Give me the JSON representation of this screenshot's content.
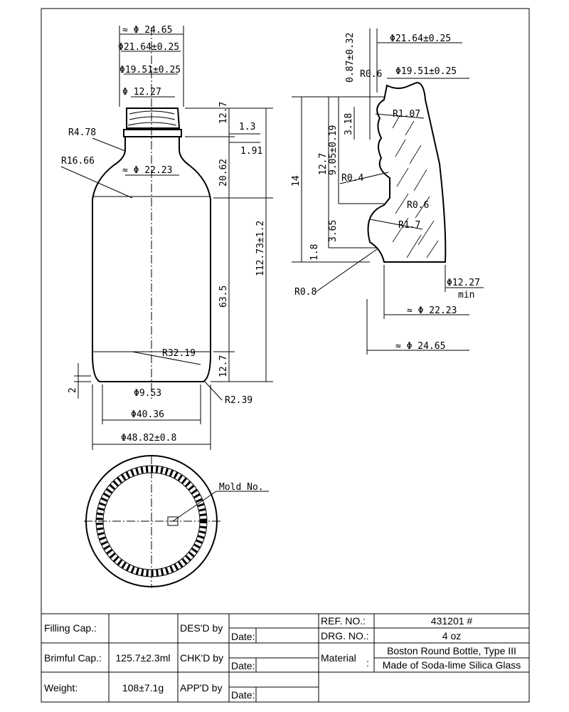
{
  "dims_main": {
    "d_top": "≈ Φ 24.65",
    "d_thread": "Φ21.64±0.25",
    "d_root": "Φ19.51±0.25",
    "d_bore": "Φ 12.27",
    "r478": "R4.78",
    "r1666": "R16.66",
    "d_neck": "≈ Φ 22.23",
    "h127top": "12.7",
    "h13": "1.3",
    "h191": "1.91",
    "h2062": "20.62",
    "h_total": "112.73±1.2",
    "h635": "63.5",
    "h127bot": "12.7",
    "r3219": "R32.19",
    "h2": "2",
    "d953": "Φ9.53",
    "r239": "R2.39",
    "d4036": "Φ40.36",
    "d4882": "Φ48.82±0.8"
  },
  "dims_detail": {
    "d087": "0.87±0.32",
    "d2164": "Φ21.64±0.25",
    "r06a": "R0.6",
    "d1951": "Φ19.51±0.25",
    "r107": "R1.07",
    "h318": "3.18",
    "h905": "9.05±0.19",
    "h14": "14",
    "h127": "12.7",
    "r04": "R0.4",
    "r06b": "R0.6",
    "h365": "3.65",
    "r17": "R1.7",
    "h18": "1.8",
    "r08": "R0.8",
    "d1227": "Φ12.27",
    "min": "min",
    "d2223": "≈ Φ 22.23",
    "d2465": "≈ Φ 24.65"
  },
  "bottom_view": {
    "mold": "Mold No."
  },
  "title_block": {
    "filling_label": "Filling Cap.:",
    "filling_value": "",
    "brimful_label": "Brimful Cap.:",
    "brimful_value": "125.7±2.3ml",
    "weight_label": "Weight:",
    "weight_value": "108±7.1g",
    "desd_label": "DES'D by",
    "chkd_label": "CHK'D by",
    "appd_label": "APP'D by",
    "date_label": "Date:",
    "ref_label": "REF. NO.:",
    "ref_value": "431201 #",
    "drg_label": "DRG. NO.:",
    "drg_value": "4 oz",
    "material_label": "Material",
    "material_sep": " :",
    "material_line1": "Boston Round Bottle, Type III",
    "material_line2": "Made of Soda-lime Silica Glass"
  }
}
